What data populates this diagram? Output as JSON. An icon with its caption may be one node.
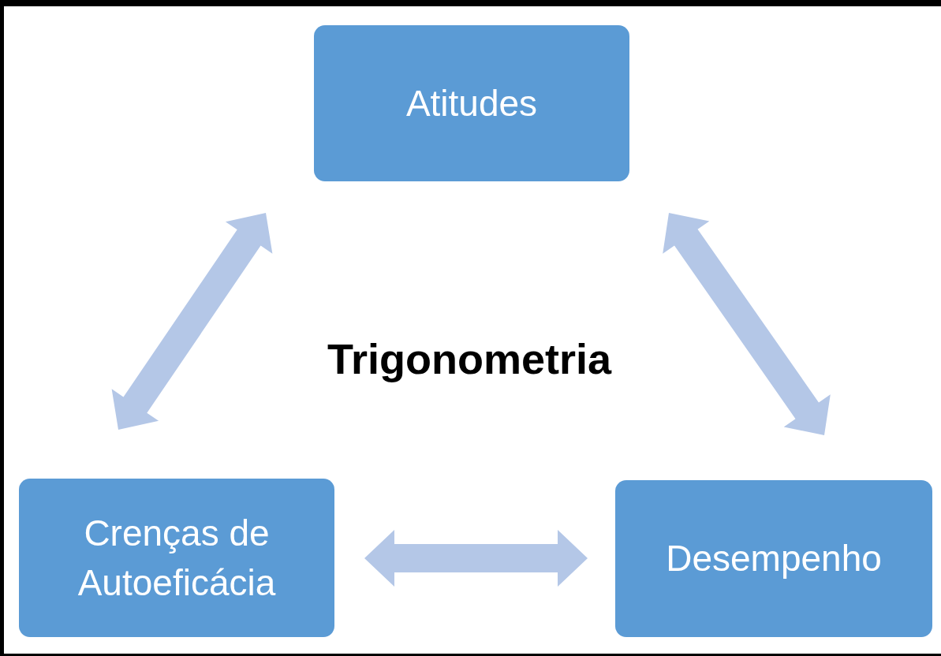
{
  "diagram": {
    "nodes": [
      {
        "text": [
          "Atitudes"
        ]
      },
      {
        "text": [
          "Crenças de Autoeficácia"
        ]
      },
      {
        "text": [
          "Desempenho"
        ]
      }
    ],
    "edges": [
      {
        "from": 1,
        "to": 0,
        "arrow": "both"
      },
      {
        "from": 0,
        "to": 2,
        "arrow": "both"
      },
      {
        "from": 1,
        "to": 2,
        "arrow": "both"
      }
    ],
    "labels": [
      "Trigonometria"
    ]
  }
}
